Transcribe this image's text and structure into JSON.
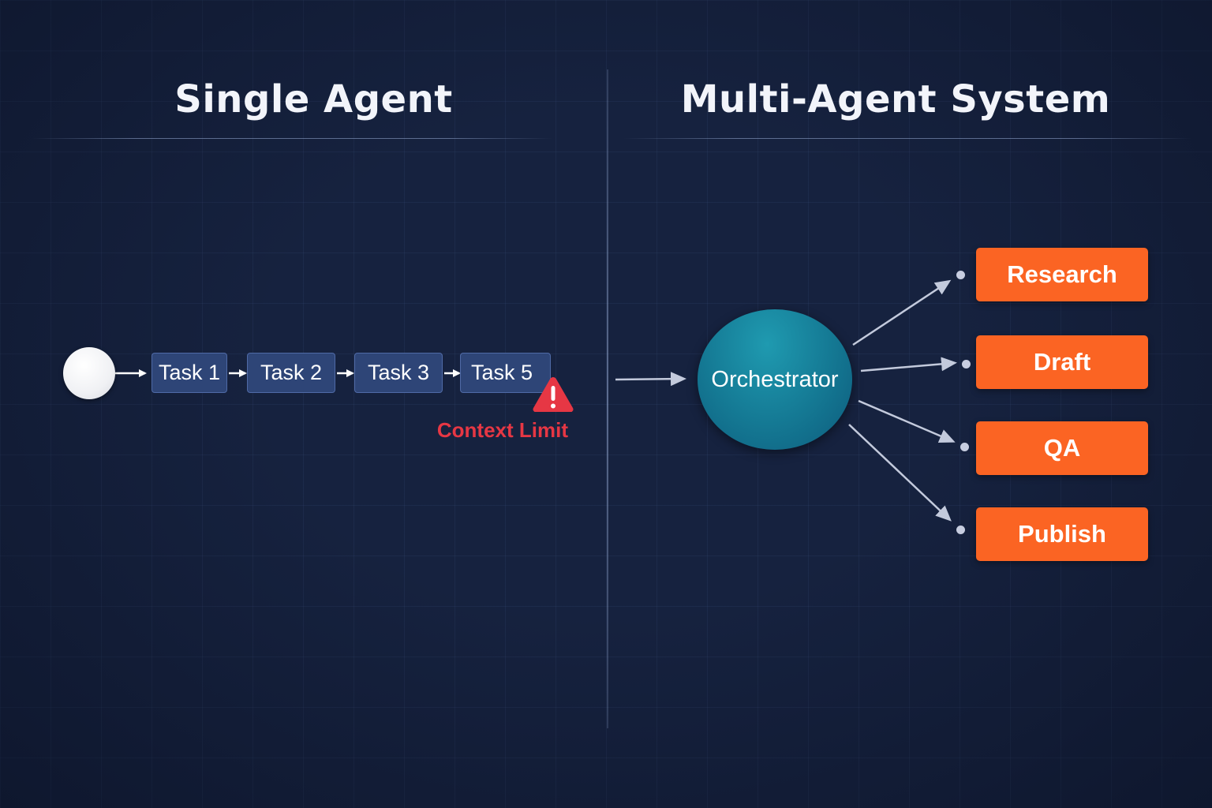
{
  "left_panel": {
    "title": "Single Agent",
    "tasks": [
      "Task 1",
      "Task 2",
      "Task 3",
      "Task 5"
    ],
    "warning_label": "Context Limit"
  },
  "right_panel": {
    "title": "Multi-Agent System",
    "orchestrator": "Orchestrator",
    "agents": [
      "Research",
      "Draft",
      "QA",
      "Publish"
    ]
  },
  "colors": {
    "background": "#16223f",
    "task_fill": "#2e4577",
    "warning": "#e63744",
    "orchestrator": "#147893",
    "agent": "#fb6423"
  }
}
